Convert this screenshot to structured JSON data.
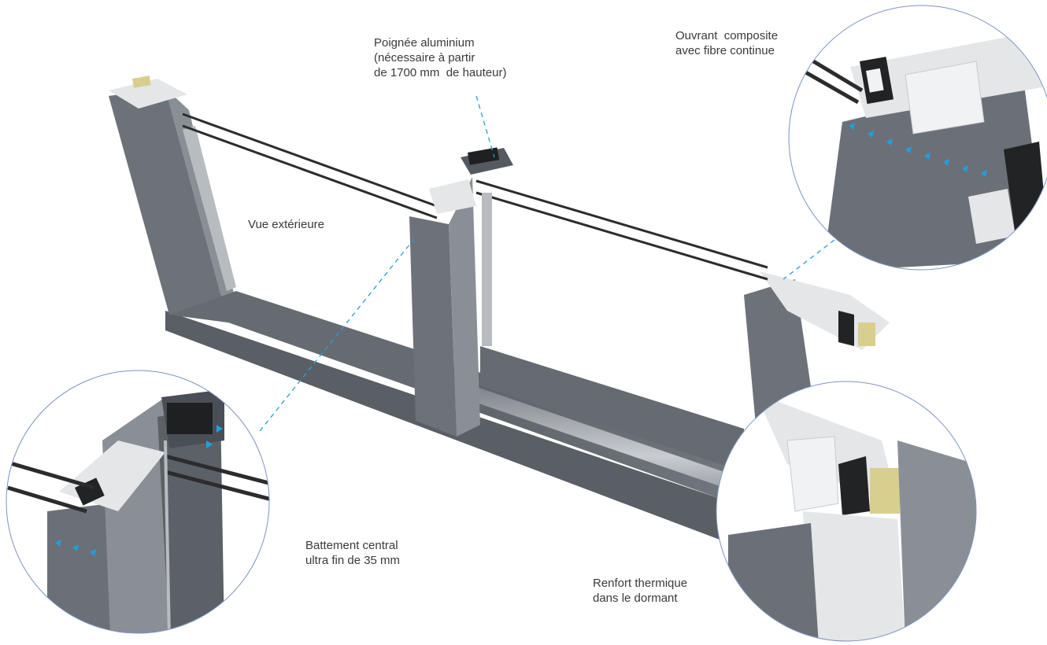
{
  "colors": {
    "frame": "#6b7078",
    "frame_dark": "#4a4e55",
    "frame_light": "#8a8f96",
    "pvc": "#e4e6e8",
    "gasket": "#222325",
    "insulation": "#d8cf8e",
    "circle_line": "#7d93c0",
    "leader": "#2a9fd8",
    "arrow": "#1e9fe3",
    "text": "#3a3a3a"
  },
  "labels": {
    "handle": [
      "Poignée aluminium",
      "(nécessaire à partir",
      "de 1700 mm  de hauteur)"
    ],
    "sash": [
      "Ouvrant  composite",
      "avec fibre continue"
    ],
    "exterior": [
      "Vue extérieure"
    ],
    "interlock": [
      "Battement central",
      "ultra fin de 35 mm"
    ],
    "reinforcement": [
      "Renfort thermique",
      "dans le dormant"
    ]
  }
}
